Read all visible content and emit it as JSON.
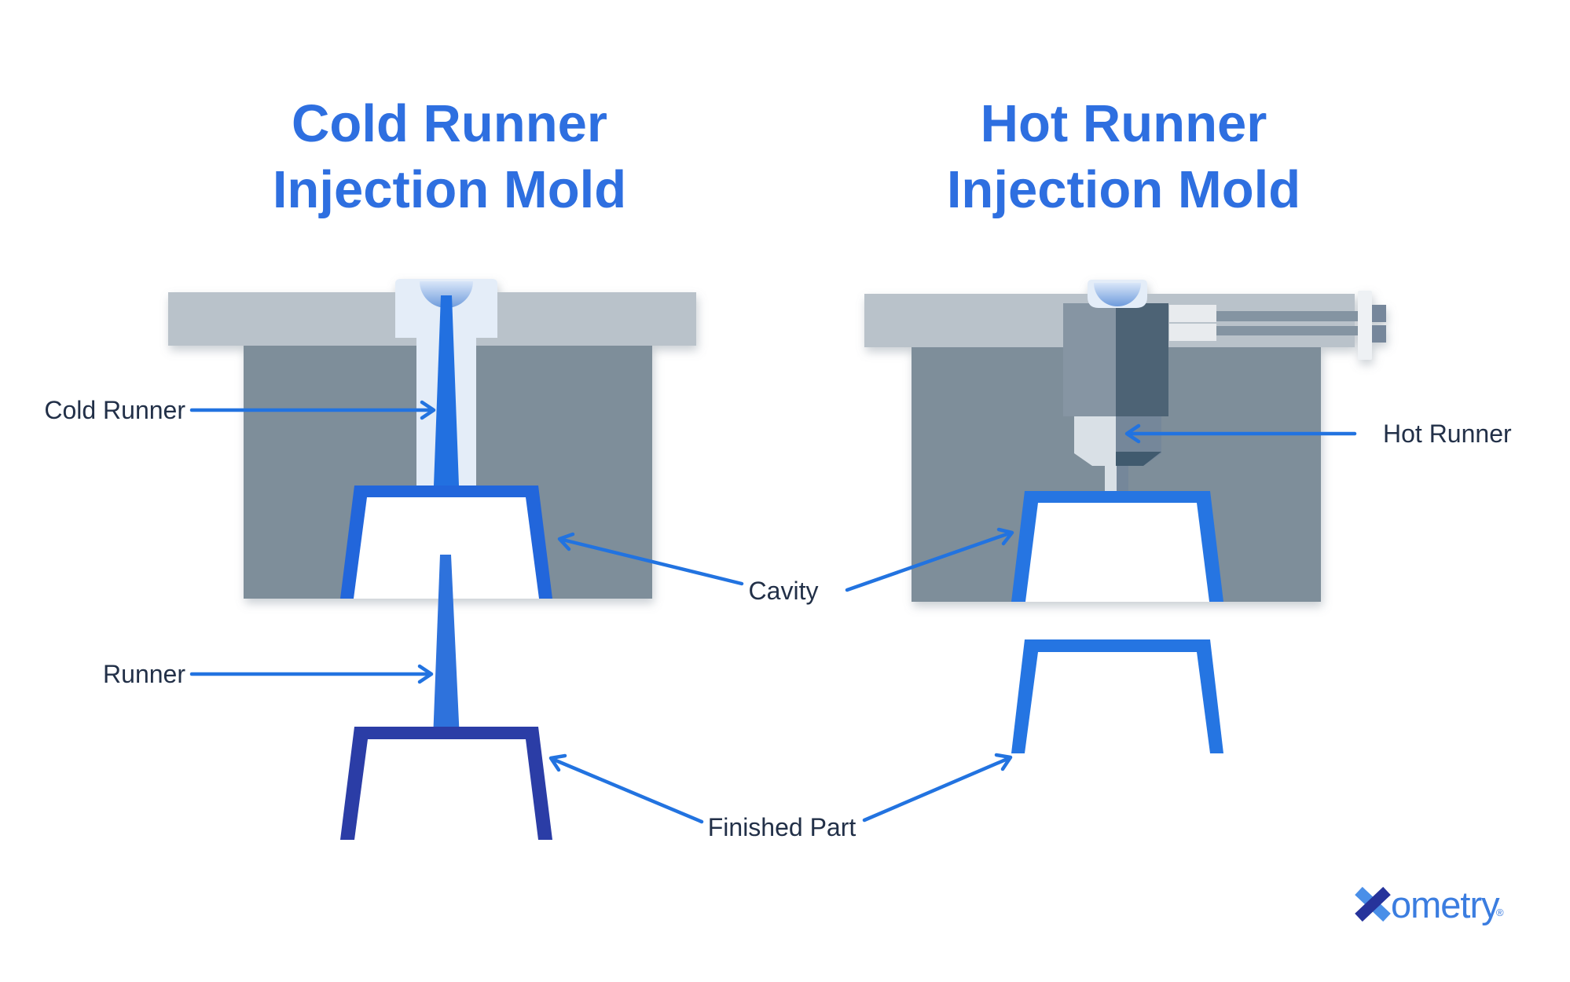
{
  "colors": {
    "background": "#FFFFFF",
    "title": "#2E6FE0",
    "label": "#223048",
    "arrow": "#2273E0",
    "plate": "#B9C2CA",
    "block": "#7E8E9A",
    "channel": "#E4EDF8",
    "funnel_top": "#D9E6F8",
    "funnel_bottom": "#6E9BDC",
    "sprue": "#2270E0",
    "cavity_left": "#2366DB",
    "runner_cone": "#2E72DC",
    "part_left": "#2B3DA6",
    "cavity_right": "#2575E2",
    "part_right": "#2575E2",
    "housing_light": "#8695A3",
    "housing_dark": "#4E6375",
    "nozzle_light": "#D9E0E6",
    "nozzle_mid": "#75879A",
    "nozzle_dark": "#415A6E",
    "pipe": "#8494A2",
    "connector": "#E8EBEE",
    "endbar": "#EEF1F4",
    "stub": "#76879B",
    "logo_light": "#4A8FE8",
    "logo_dark": "#26339B",
    "logo_text": "#3B7DE0"
  },
  "titles": {
    "left_line1": "Cold Runner",
    "left_line2": "Injection Mold",
    "right_line1": "Hot Runner",
    "right_line2": "Injection Mold"
  },
  "labels": {
    "cold_runner": "Cold Runner",
    "runner": "Runner",
    "cavity": "Cavity",
    "finished_part": "Finished Part",
    "hot_runner": "Hot Runner"
  },
  "logo": {
    "wordmark": "ometry",
    "registered": "®"
  }
}
